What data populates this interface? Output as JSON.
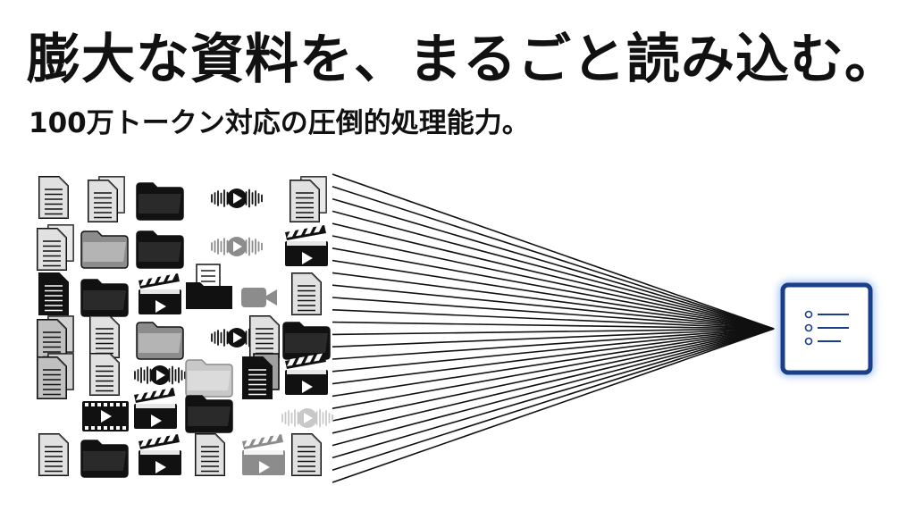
{
  "headline": "膨大な資料を、まるごと読み込む。",
  "subheadline": "100万トークン対応の圧倒的処理能力。",
  "colors": {
    "black": "#111111",
    "mid_gray": "#8c8c8c",
    "light_gray": "#c8c8c8",
    "target_glow": "#2f6fe0",
    "target_border": "#1a3f8a"
  },
  "icon_grid": {
    "columns": 6,
    "rows": 6,
    "cells": [
      {
        "icon": "document-icon",
        "tone": "light"
      },
      {
        "icon": "documents-icon",
        "tone": "light"
      },
      {
        "icon": "folder-icon",
        "tone": "black"
      },
      {
        "icon": "audio-waveform-icon",
        "tone": "black"
      },
      {
        "icon": "",
        "tone": ""
      },
      {
        "icon": "documents-icon",
        "tone": "light"
      },
      {
        "icon": "documents-icon",
        "tone": "light"
      },
      {
        "icon": "folder-icon",
        "tone": "mid"
      },
      {
        "icon": "folder-icon",
        "tone": "black"
      },
      {
        "icon": "audio-waveform-icon",
        "tone": "mid"
      },
      {
        "icon": "",
        "tone": ""
      },
      {
        "icon": "video-clapper-icon",
        "tone": "black"
      },
      {
        "icon": "document-icon",
        "tone": "black"
      },
      {
        "icon": "folder-icon",
        "tone": "black"
      },
      {
        "icon": "video-clapper-icon",
        "tone": "black"
      },
      {
        "icon": "folder-document-icon",
        "tone": "black"
      },
      {
        "icon": "video-camera-icon",
        "tone": "mid"
      },
      {
        "icon": "document-icon",
        "tone": "light"
      },
      {
        "icon": "documents-icon",
        "tone": "mid"
      },
      {
        "icon": "document-icon",
        "tone": "light"
      },
      {
        "icon": "folder-icon",
        "tone": "mid"
      },
      {
        "icon": "audio-waveform-icon",
        "tone": "black"
      },
      {
        "icon": "document-icon",
        "tone": "light"
      },
      {
        "icon": "folder-icon",
        "tone": "black"
      },
      {
        "icon": "documents-icon",
        "tone": "mid"
      },
      {
        "icon": "document-icon",
        "tone": "light"
      },
      {
        "icon": "audio-waveform-icon",
        "tone": "black"
      },
      {
        "icon": "folder-icon",
        "tone": "light"
      },
      {
        "icon": "documents-icon",
        "tone": "black"
      },
      {
        "icon": "video-clapper-icon",
        "tone": "black"
      },
      {
        "icon": "document-icon",
        "tone": "light"
      },
      {
        "icon": "folder-icon",
        "tone": "black"
      },
      {
        "icon": "video-clapper-icon",
        "tone": "black"
      },
      {
        "icon": "document-icon",
        "tone": "light"
      },
      {
        "icon": "video-clapper-icon",
        "tone": "mid"
      },
      {
        "icon": "document-icon",
        "tone": "light"
      }
    ]
  },
  "extra_icons": [
    {
      "icon": "video-film-icon",
      "tone": "black"
    },
    {
      "icon": "video-clapper-icon",
      "tone": "black"
    },
    {
      "icon": "folder-icon",
      "tone": "black"
    },
    {
      "icon": "audio-waveform-icon",
      "tone": "light"
    }
  ],
  "funnel": {
    "line_count": 26
  },
  "target": {
    "icon": "list-document-icon"
  }
}
